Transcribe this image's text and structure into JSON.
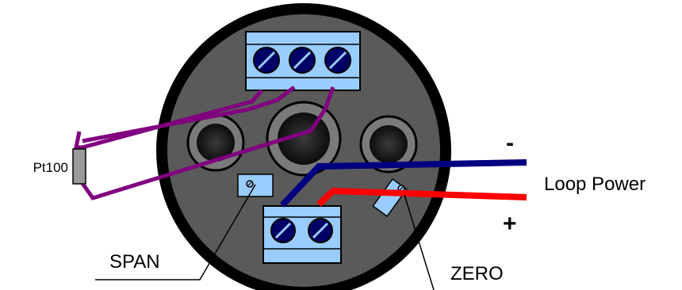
{
  "labels": {
    "sensor": "Pt100",
    "loop_power": "Loop Power",
    "minus": "-",
    "plus": "+",
    "span": "SPAN",
    "zero": "ZERO"
  },
  "colors": {
    "housing_rim": "#000000",
    "housing_face": "#5a5a5a",
    "terminal_block": "#99ccff",
    "screw": "#000066",
    "sensor_wire": "#800080",
    "negative_wire": "#000080",
    "positive_wire": "#ff0000",
    "sensor_body": "#999999",
    "hole": "#1a1a1a"
  }
}
